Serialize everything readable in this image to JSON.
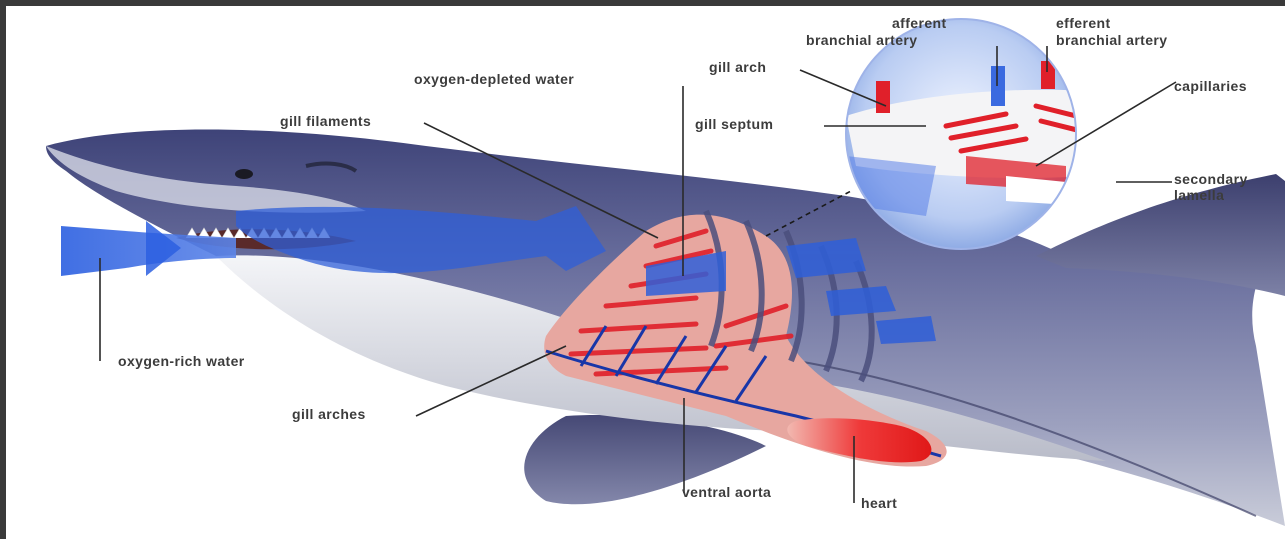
{
  "labels": {
    "afferent_artery_line1": "afferent",
    "afferent_artery_line2": "branchial artery",
    "efferent_artery_line1": "efferent",
    "efferent_artery_line2": "branchial artery",
    "oxygen_depleted_water": "oxygen-depleted water",
    "gill_arch": "gill arch",
    "capillaries": "capillaries",
    "gill_filaments": "gill filaments",
    "gill_septum": "gill septum",
    "secondary_lamella_line1": "secondary",
    "secondary_lamella_line2": "lamella",
    "oxygen_rich_water": "oxygen-rich water",
    "gill_arches": "gill arches",
    "ventral_aorta": "ventral aorta",
    "heart": "heart"
  },
  "colors": {
    "shark_body": "#5a5f92",
    "shark_belly": "#e6e8ee",
    "water_flow": "#2f5fd8",
    "blood_oxygenated": "#e0202a",
    "vessel_deoxygenated": "#1836a8",
    "gill_tissue": "#e7a7a0"
  }
}
